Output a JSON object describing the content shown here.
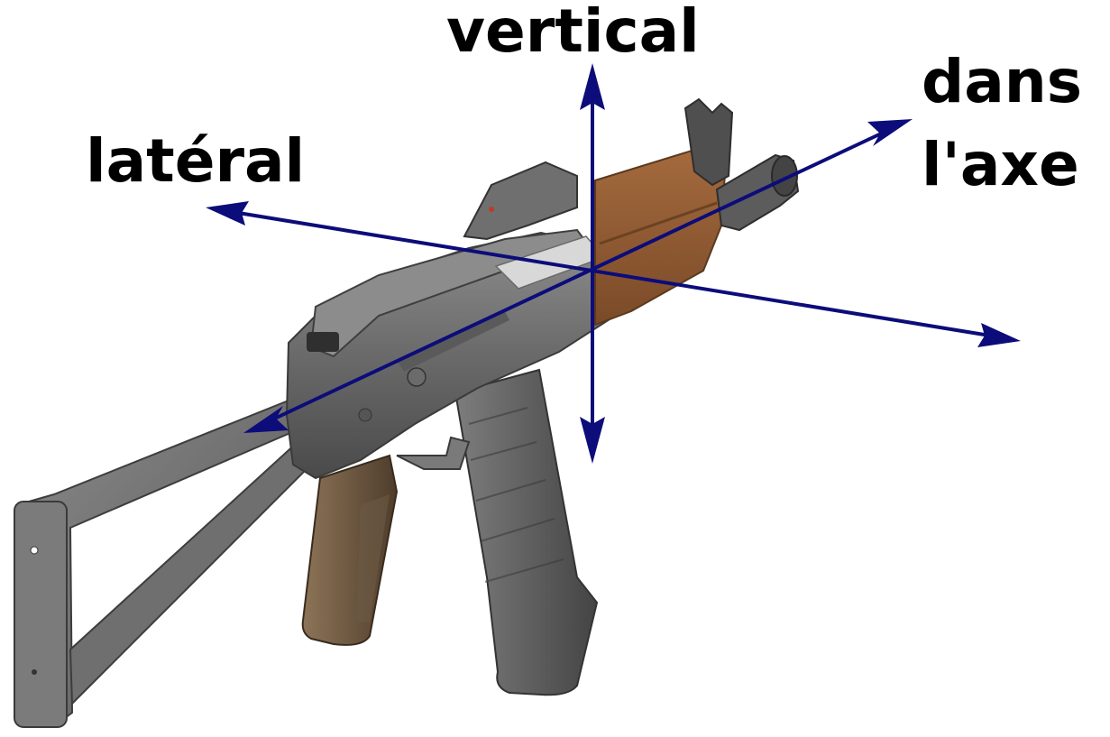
{
  "labels": {
    "vertical": "vertical",
    "lateral": "latéral",
    "axial_line1": "dans",
    "axial_line2": "l'axe"
  },
  "colors": {
    "axis": "#0c0c7a",
    "wood": "#8a5a34",
    "metal_dark": "#4d4d4d",
    "metal": "#6b6b6b",
    "metal_light": "#9a9a9a",
    "grip": "#5f4b36"
  },
  "icons": {
    "subject": "rifle-illustration",
    "axes": "three-axis-arrows"
  }
}
